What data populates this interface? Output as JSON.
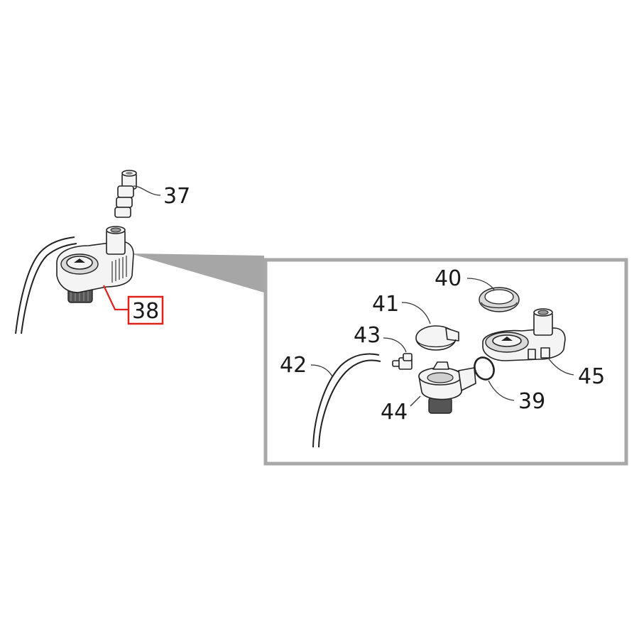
{
  "callouts": {
    "p37": "37",
    "p38": "38",
    "p39": "39",
    "p40": "40",
    "p41": "41",
    "p42": "42",
    "p43": "43",
    "p44": "44",
    "p45": "45"
  },
  "colors": {
    "highlight": "#e0201b",
    "inset_border": "#a8a8a8",
    "inset_connector": "#a0a0a0",
    "line": "#222222"
  }
}
